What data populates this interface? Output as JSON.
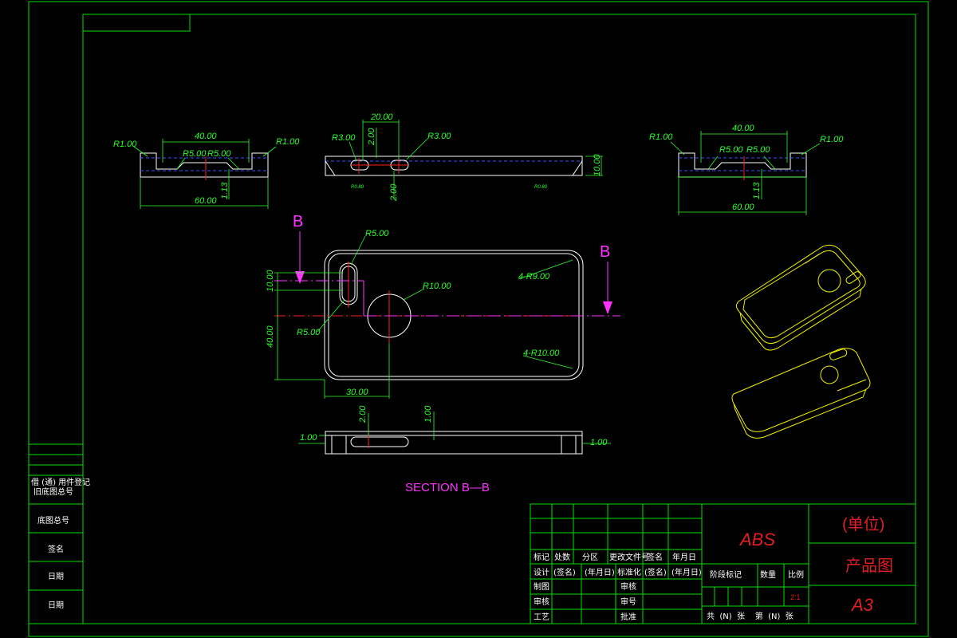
{
  "colors": {
    "background": "#000000",
    "frame": "#00e000",
    "outline": "#ffffff",
    "dimension": "#2bff2b",
    "centerline": "#ff2020",
    "hidden_line": "#3355ff",
    "section_marker": "#ff33ff",
    "isometric": "#f0f000",
    "title_text": "#e02020"
  },
  "top_left_view": {
    "labels": {
      "r1_left": "R1.00",
      "r1_right": "R1.00",
      "w40": "40.00",
      "r5a": "R5.00",
      "r5b": "R5.00",
      "h113": "1.13",
      "w60": "60.00"
    }
  },
  "top_right_view": {
    "labels": {
      "r1_left": "R1.00",
      "r1_right": "R1.00",
      "w40": "40.00",
      "r5a": "R5.00",
      "r5b": "R5.00",
      "h113": "1.13",
      "w60": "60.00"
    }
  },
  "side_view": {
    "labels": {
      "w20": "20.00",
      "r3a": "R3.00",
      "r3b": "R3.00",
      "h2a": "2.00",
      "h2b": "2.00",
      "h10": "10.00",
      "small_a": "R0.80",
      "small_b": "R0.80"
    }
  },
  "plan_view": {
    "labels": {
      "b_left": "B",
      "b_right": "B",
      "r5_top": "R5.00",
      "r5_left": "R5.00",
      "r10": "R10.00",
      "r9_4": "4-R9.00",
      "r10_4": "4-R10.00",
      "v10": "10.00",
      "v40": "40.00",
      "h30": "30.00"
    }
  },
  "section_view": {
    "labels": {
      "l100": "1.00",
      "r100": "1.00",
      "v200": "2.00",
      "v100": "1.00"
    },
    "title": "SECTION  B—B"
  },
  "side_table": {
    "rows": [
      "借 (通) 用件登记",
      "旧底图总号",
      "底图总号",
      "签名",
      "日期",
      "日期"
    ]
  },
  "title_block": {
    "headers": [
      "标记",
      "处数",
      "分区",
      "更改文件号",
      "签名",
      "年月日"
    ],
    "row2": [
      "设计",
      "(签名)",
      "(年月日)",
      "标准化",
      "(签名)",
      "(年月日)"
    ],
    "row_labels": [
      "制图",
      "审核",
      "工艺"
    ],
    "mid_labels": [
      "审核",
      "审号",
      "批准"
    ],
    "material": "ABS",
    "stage_headers": [
      "阶段标记",
      "数量",
      "比例"
    ],
    "scale": "2:1",
    "sheet_line": "共  (N)  张    第  (N)  张",
    "unit": "(单位)",
    "drawing_name": "产品图",
    "size": "A3"
  }
}
